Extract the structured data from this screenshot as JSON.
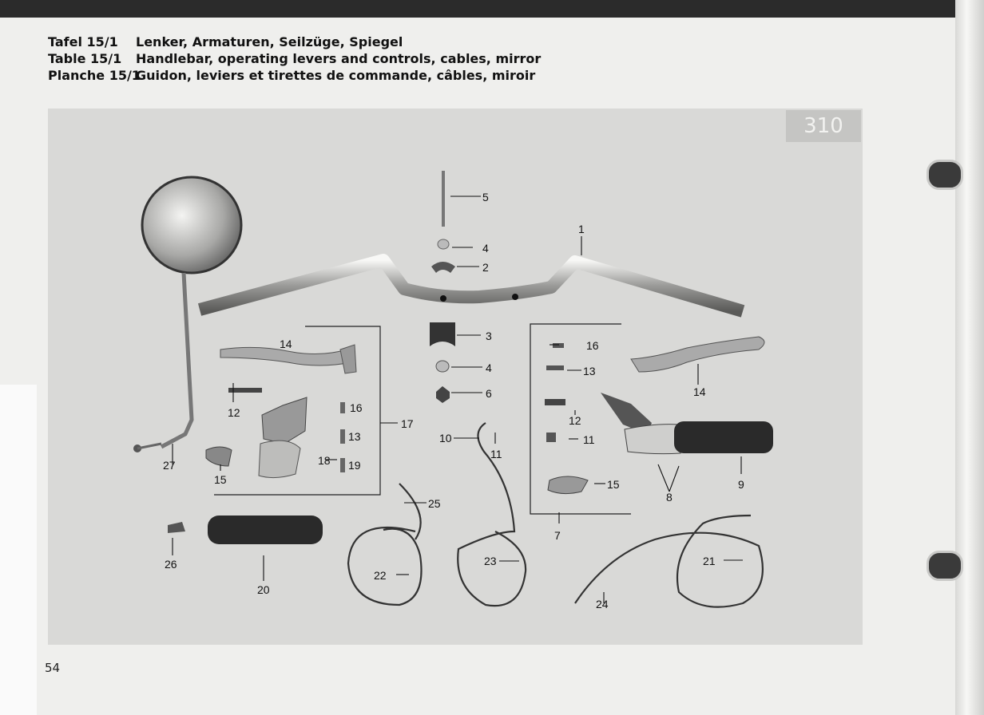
{
  "header": {
    "rows": [
      {
        "label": "Tafel 15/1",
        "text": "Lenker, Armaturen, Seilzüge, Spiegel"
      },
      {
        "label": "Table 15/1",
        "text": "Handlebar, operating levers and controls, cables, mirror"
      },
      {
        "label": "Planche 15/1",
        "text": "Guidon, leviers et tirettes de commande, câbles, miroir"
      }
    ]
  },
  "figure": {
    "badge": "310",
    "callouts": [
      "1",
      "2",
      "3",
      "4",
      "4",
      "5",
      "6",
      "7",
      "8",
      "9",
      "10",
      "11",
      "11",
      "12",
      "12",
      "13",
      "13",
      "14",
      "14",
      "15",
      "15",
      "16",
      "16",
      "17",
      "18",
      "19",
      "20",
      "21",
      "22",
      "23",
      "24",
      "25",
      "26",
      "27"
    ]
  },
  "page_number": "54"
}
